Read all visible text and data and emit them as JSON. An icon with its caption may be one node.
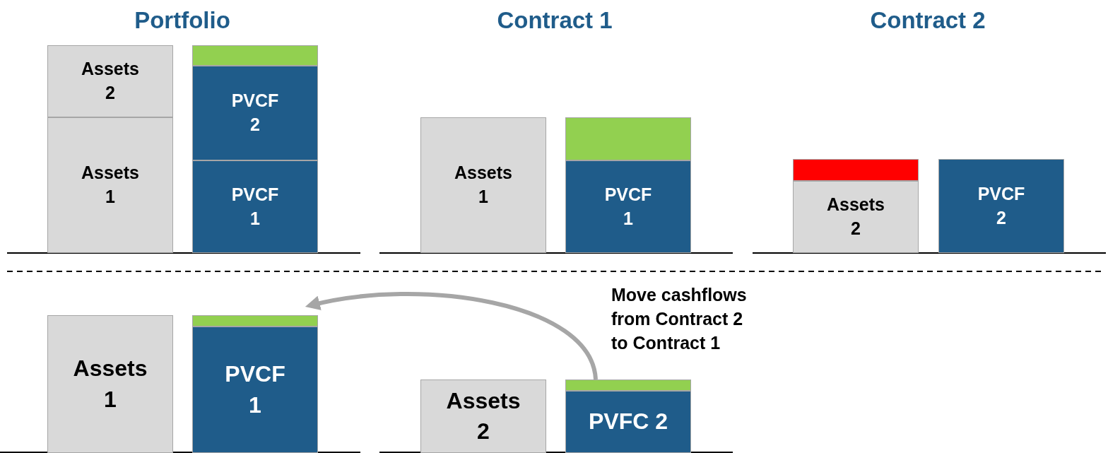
{
  "diagram": {
    "nodes": [
      {
        "text": [
          "Assets 2"
        ]
      },
      {
        "text": [],
        "shape": "bar"
      },
      {
        "text": [
          "PVCF 2"
        ]
      },
      {
        "text": [
          "Assets 1"
        ]
      },
      {
        "text": [
          "PVCF 1"
        ]
      },
      {
        "text": [
          "Assets 1"
        ]
      },
      {
        "text": [],
        "shape": "bar"
      },
      {
        "text": [
          "PVCF 1"
        ]
      },
      {
        "text": [],
        "shape": "bar"
      },
      {
        "text": [
          "PVCF 2"
        ]
      },
      {
        "text": [
          "Assets 2"
        ]
      },
      {
        "text": [
          "Assets 1"
        ]
      },
      {
        "text": [],
        "shape": "bar"
      },
      {
        "text": [
          "PVCF 1"
        ]
      },
      {
        "text": [
          "Assets 2"
        ]
      },
      {
        "text": [],
        "shape": "bar"
      },
      {
        "text": [
          "PVFC 2"
        ]
      }
    ],
    "edges": [
      {
        "from": 15,
        "to": 12,
        "arrow": "to",
        "label": "Move cashflows from Contract 2 to Contract 1"
      }
    ],
    "labels": [
      "Portfolio",
      "Contract 1",
      "Contract 2"
    ]
  }
}
